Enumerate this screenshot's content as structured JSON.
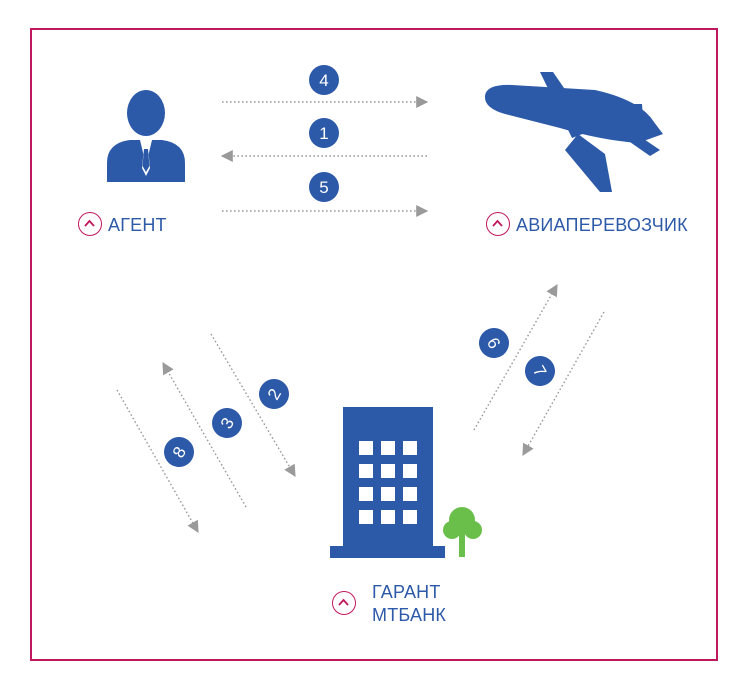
{
  "nodes": {
    "agent": {
      "label": "АГЕНТ",
      "icon": "person-icon"
    },
    "airline": {
      "label": "АВИАПЕРЕВОЗЧИК",
      "icon": "airplane-icon"
    },
    "bank": {
      "label_line1": "ГАРАНТ",
      "label_line2": "МТБАНК",
      "icon": "bank-building-icon"
    }
  },
  "steps": {
    "s1": "1",
    "s2": "2",
    "s3": "3",
    "s4": "4",
    "s5": "5",
    "s6": "6",
    "s7": "7",
    "s8": "8"
  },
  "colors": {
    "primary": "#2d5aa8",
    "accent": "#c0185e",
    "tree": "#6abf4b",
    "arrow": "#9a9a9a"
  }
}
